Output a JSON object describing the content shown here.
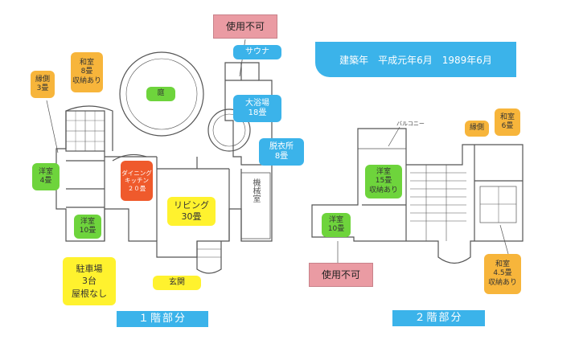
{
  "build_year": "建築年　平成元年6月　1989年6月",
  "floor1": {
    "caption": "１階部分",
    "garden": "庭",
    "engawa": [
      "縁側",
      "3畳"
    ],
    "washitsu": [
      "和室",
      "8畳",
      "収納あり"
    ],
    "youshitsu_a": [
      "洋室",
      "4畳"
    ],
    "dining": [
      "ダイニング",
      "キッチン",
      "２０畳"
    ],
    "living": [
      "リビング",
      "30畳"
    ],
    "youshitsu_b": [
      "洋室",
      "10畳"
    ],
    "parking": [
      "駐車場",
      "3台",
      "屋根なし"
    ],
    "genkan": "玄関",
    "sauna": "サウナ",
    "bath": [
      "大浴場",
      "18畳"
    ],
    "dressing": [
      "脱衣所",
      "8畳"
    ],
    "machine_room": "機械室",
    "unavailable": "使用不可"
  },
  "floor2": {
    "caption": "２階部分",
    "balcony": "バルコニー",
    "youshitsu_15": [
      "洋室",
      "15畳",
      "収納あり"
    ],
    "youshitsu_10": [
      "洋室",
      "10畳"
    ],
    "engawa": "縁側",
    "washitsu_6": [
      "和室",
      "6畳"
    ],
    "washitsu_45": [
      "和室",
      "4.5畳",
      "収納あり"
    ],
    "unavailable": "使用不可"
  }
}
